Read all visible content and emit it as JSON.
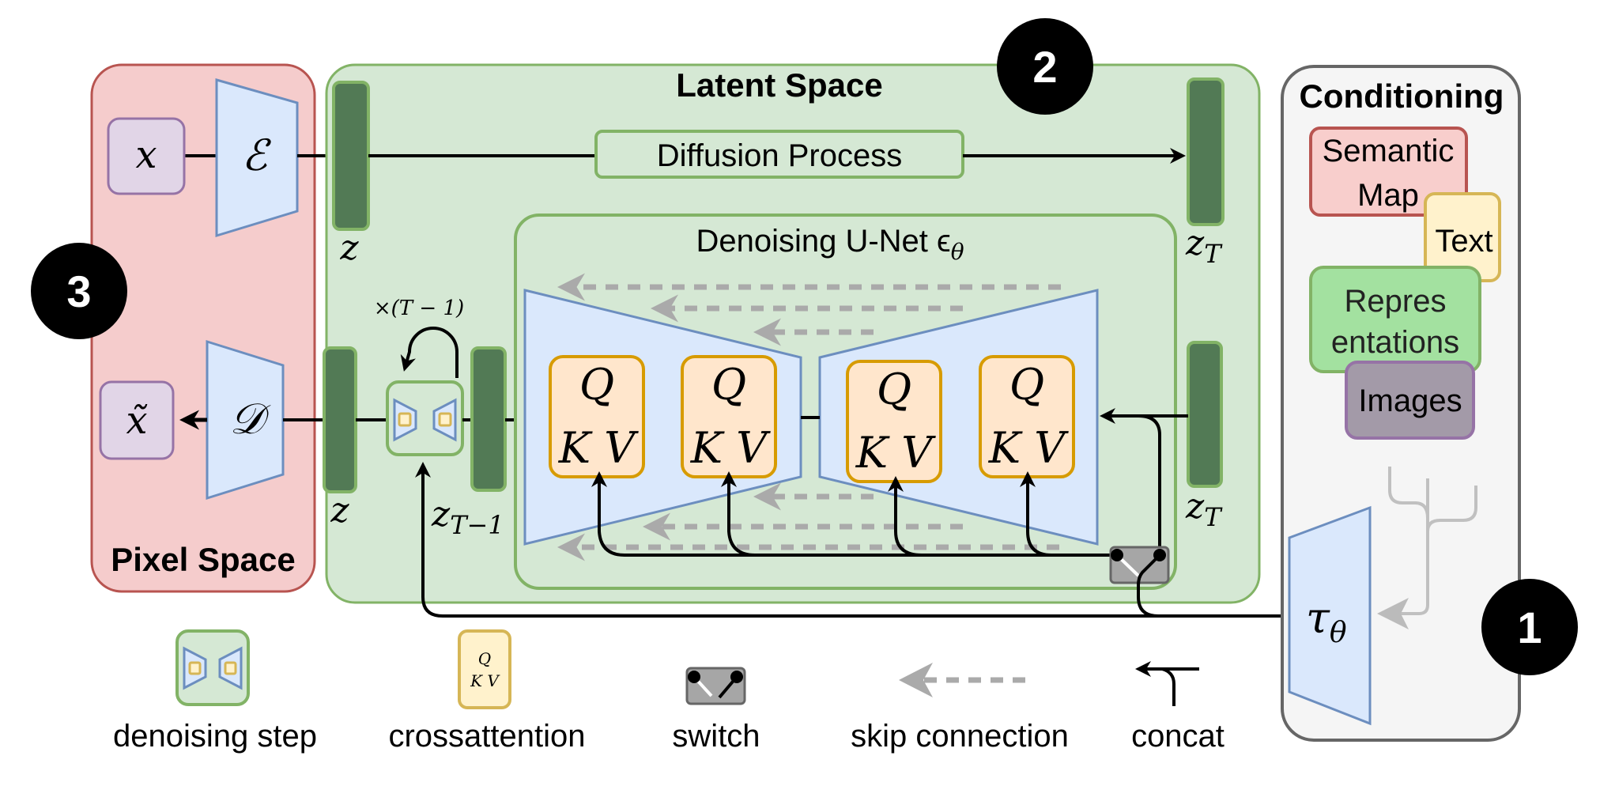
{
  "colors": {
    "pixel_fill": "#f5cccc",
    "pixel_stroke": "#b85450",
    "latent_fill": "#d5e8d4",
    "latent_stroke": "#82b366",
    "bar_fill": "#527a55",
    "coder_fill": "#dae8fc",
    "coder_stroke": "#6c8ebf",
    "qkv_fill": "#ffe6cc",
    "qkv_stroke": "#d79b00",
    "cond_fill": "#f5f5f5",
    "cond_stroke": "#666666",
    "input_fill": "#e1d5e7",
    "input_stroke": "#9673a6",
    "semantic_fill": "#f8cecc",
    "text_fill": "#fff2cc",
    "text_stroke": "#d6b656",
    "repr_fill": "#a3e1a0",
    "images_fill": "#a39aa8",
    "skip_color": "#aaaaaa",
    "switch_fill": "#a6a6a6"
  },
  "pixel_space": {
    "title": "Pixel Space",
    "input_label": "x",
    "output_label": "x̃",
    "encoder_label": "ℰ",
    "decoder_label": "𝒟"
  },
  "latent_space": {
    "title": "Latent Space",
    "diffusion_label": "Diffusion Process",
    "z_top": "z",
    "z_bottom": "z",
    "zT_top": "z",
    "zT_top_sub": "T",
    "zT_bottom": "z",
    "zT_bottom_sub": "T",
    "zT1": "z",
    "zT1_sub": "T−1",
    "repeat_label": "×(T − 1)"
  },
  "unet": {
    "title": "Denoising U-Net ϵ",
    "title_sub": "θ",
    "blocks": [
      {
        "q": "Q",
        "kv": "K V"
      },
      {
        "q": "Q",
        "kv": "K V"
      },
      {
        "q": "Q",
        "kv": "K V"
      },
      {
        "q": "Q",
        "kv": "K V"
      }
    ]
  },
  "conditioning": {
    "title": "Conditioning",
    "semantic_map": [
      "Semantic",
      "Map"
    ],
    "text": "Text",
    "representations": [
      "Repres",
      "entations"
    ],
    "images": "Images",
    "tau_label": "τ",
    "tau_sub": "θ"
  },
  "legend": {
    "denoising_step": "denoising step",
    "crossattention": "crossattention",
    "crossattention_q": "Q",
    "crossattention_kv": "K V",
    "switch": "switch",
    "skip_connection": "skip connection",
    "concat": "concat"
  },
  "badges": [
    "1",
    "2",
    "3"
  ]
}
